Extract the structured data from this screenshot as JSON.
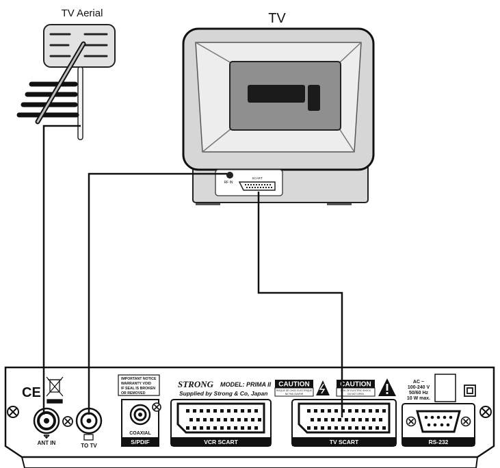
{
  "labels": {
    "tv_aerial": "TV Aerial",
    "tv": "TV",
    "rf_in": "RF IN",
    "scart": "SCART",
    "ce_mark": "CE",
    "ant_in": "ANT IN",
    "to_tv": "TO TV",
    "notice_1": "IMPORTANT NOTICE",
    "notice_2": "WARRANTY VOID",
    "notice_3": "IF SEAL IS BROKEN",
    "notice_4": "OR REMOVED",
    "coaxial": "COAXIAL",
    "spdif": "S/PDIF",
    "brand": "STRONG",
    "model": "MODEL: PRIMA II",
    "supplied": "Supplied by Strong & Co, Japan",
    "caution_1": "CAUTION",
    "caution_2": "CAUTION",
    "caution_note_1": "RISQUE DE CHOC ELECTRIQUE",
    "caution_note_2": "NE PAS OUVRIR",
    "caution_note_3": "RISK OF ELECTRIC SHOCK",
    "caution_note_4": "DO NOT OPEN",
    "ac_1": "AC ~",
    "ac_2": "100-240 V",
    "ac_3": "50/60 Hz",
    "ac_4": "10 W max.",
    "vcr_scart": "VCR SCART",
    "tv_scart": "TV SCART",
    "rs232": "RS-232"
  }
}
